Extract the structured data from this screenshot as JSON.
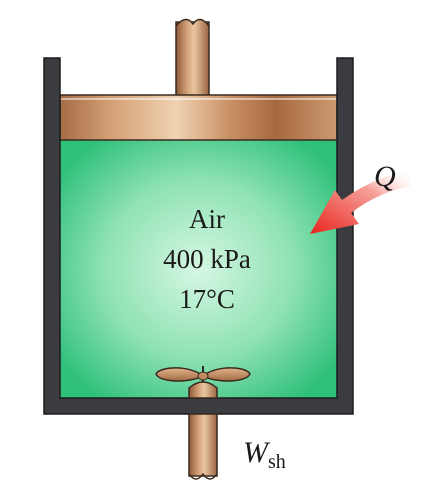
{
  "diagram": {
    "gas": {
      "substance": "Air",
      "pressure": "400 kPa",
      "temperature": "17°C"
    },
    "heat": {
      "symbol": "Q"
    },
    "shaft_work": {
      "symbol": "W",
      "subscript": "sh"
    }
  },
  "colors": {
    "gas_fill": "#2fc07a",
    "gas_glow": "#d6f7e3",
    "cylinder_wall": "#3a3c40",
    "piston_copper": "#b47c52",
    "heat_arrow": "#e8241c"
  }
}
